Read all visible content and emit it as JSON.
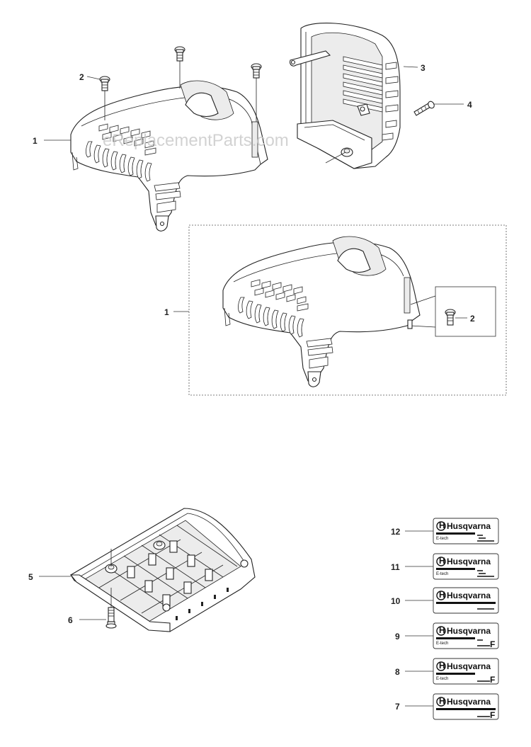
{
  "watermark": "eReplacementParts.com",
  "callouts": {
    "c1_top": "1",
    "c2_top": "2",
    "c3": "3",
    "c4": "4",
    "c1_kit": "1",
    "c2_kit": "2",
    "c5": "5",
    "c6": "6",
    "c12": "12",
    "c11": "11",
    "c10": "10",
    "c9": "9",
    "c8": "8",
    "c7": "7"
  },
  "decals": {
    "brand": "Husqvarna"
  }
}
